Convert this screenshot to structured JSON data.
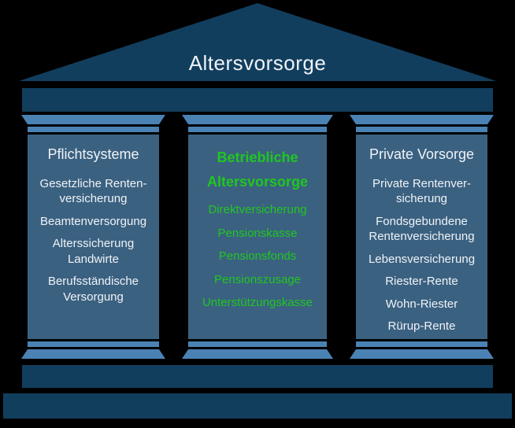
{
  "title": "Altersvorsorge",
  "colors": {
    "background": "#000000",
    "structure_dark": "#123e5e",
    "capital_light": "#4a82b4",
    "shaft_blue": "#3b6181",
    "text_light": "#eff3f6",
    "accent_green": "#1fc71f"
  },
  "pillars": [
    {
      "heading": "Pflichtsysteme",
      "items": [
        "Gesetzliche Renten-\nversicherung",
        "Beamtenversorgung",
        "Alterssicherung\nLandwirte",
        "Berufsständische\nVersorgung"
      ]
    },
    {
      "heading": "Betriebliche\nAltersvorsorge",
      "items": [
        "Direktversicherung",
        "Pensionskasse",
        "Pensionsfonds",
        "Pensionszusage",
        "Unterstützungskasse"
      ]
    },
    {
      "heading": "Private Vorsorge",
      "items": [
        "Private Rentenver-\nsicherung",
        "Fondsgebundene\nRentenversicherung",
        "Lebensversicherung",
        "Riester-Rente",
        "Wohn-Riester",
        "Rürup-Rente"
      ]
    }
  ]
}
